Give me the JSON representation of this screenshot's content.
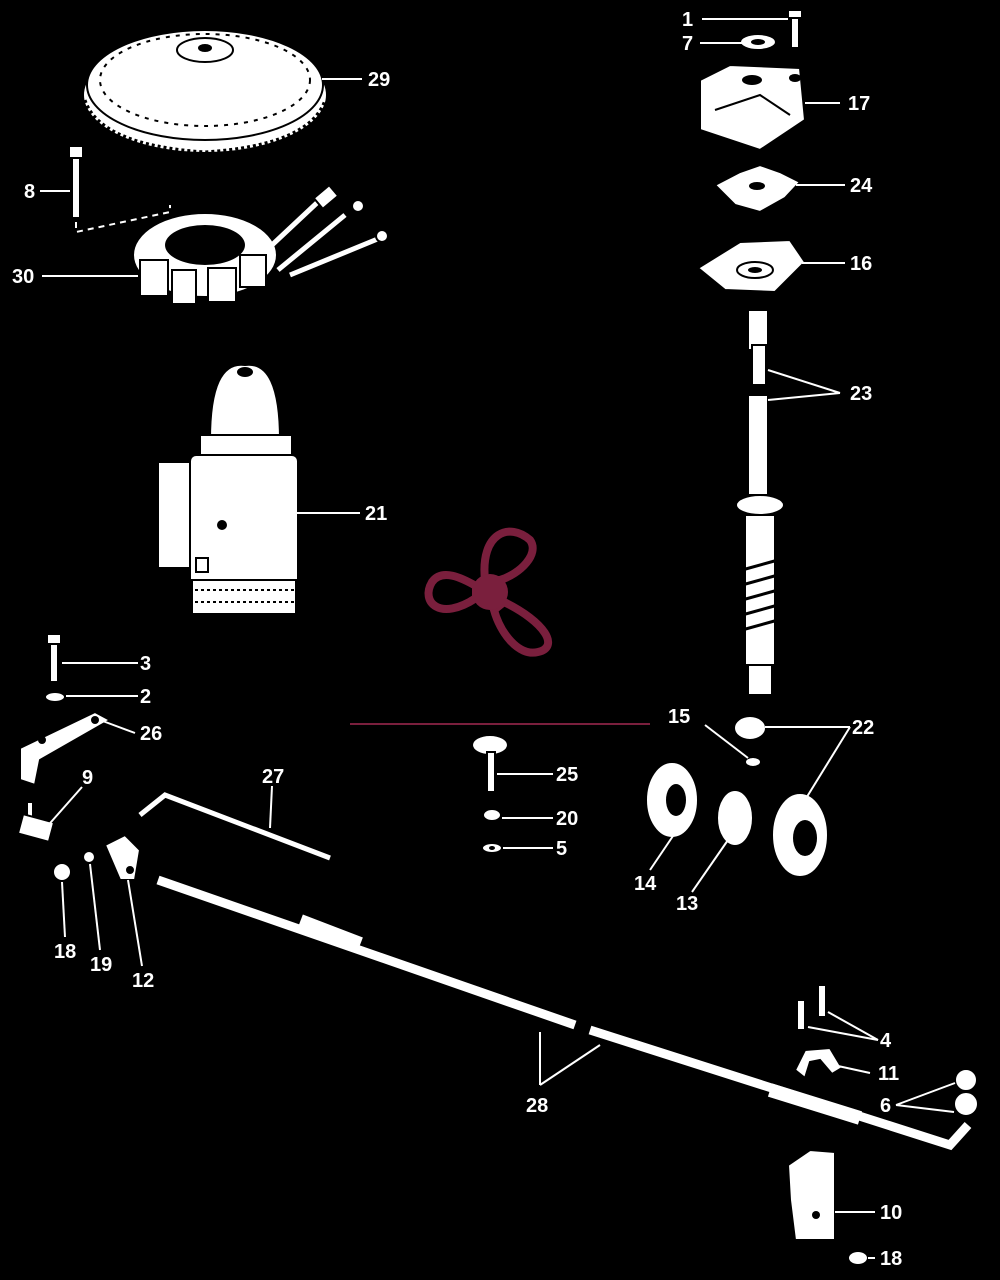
{
  "diagram": {
    "callouts": [
      "1",
      "7",
      "17",
      "24",
      "16",
      "23",
      "29",
      "8",
      "30",
      "21",
      "3",
      "2",
      "26",
      "9",
      "27",
      "25",
      "20",
      "5",
      "15",
      "22",
      "14",
      "13",
      "18",
      "19",
      "12",
      "4",
      "11",
      "6",
      "28",
      "10"
    ],
    "colors": {
      "background": "#000000",
      "line_art": "#ffffff",
      "logo": "#7a1f3d"
    },
    "logo_icon": "propeller-icon"
  }
}
